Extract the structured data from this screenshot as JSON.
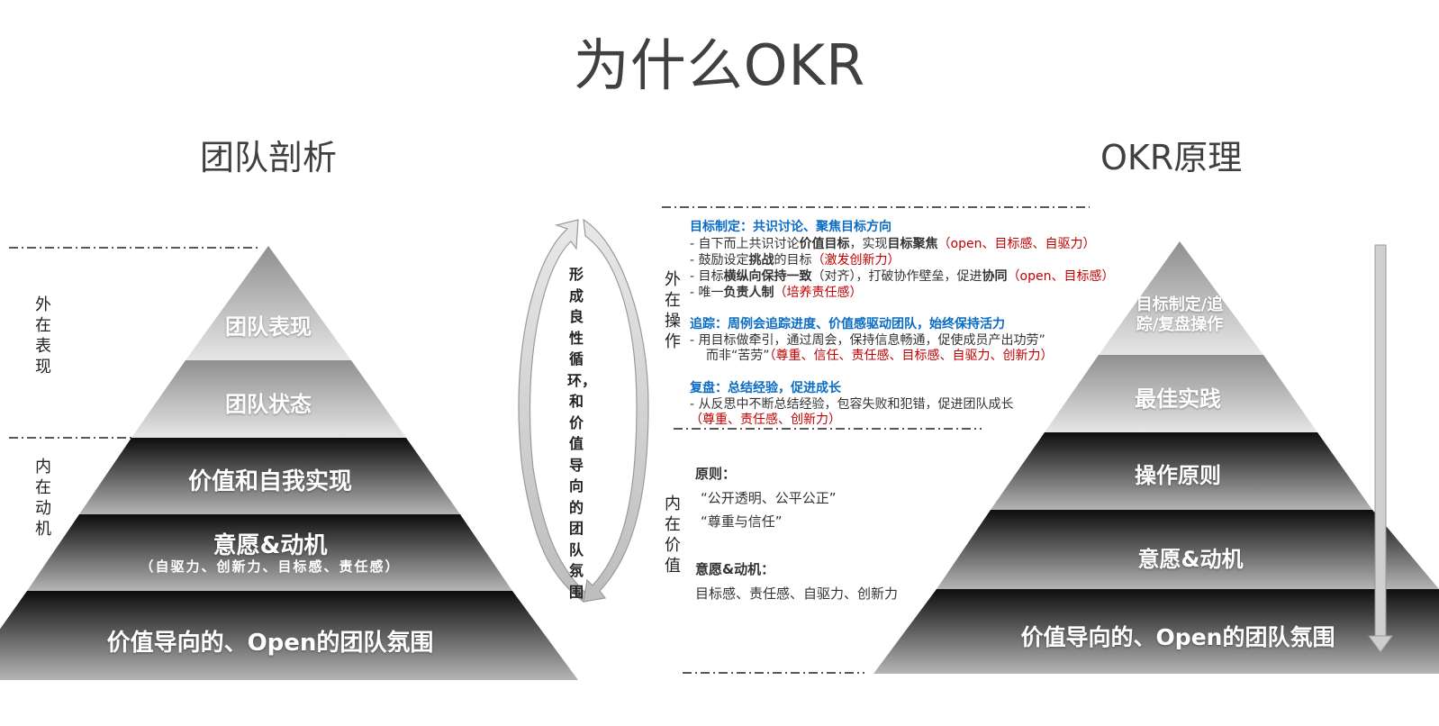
{
  "main_title": "为什么OKR",
  "left": {
    "title": "团队剖析",
    "side_labels": [
      "外在表现",
      "内在动机"
    ],
    "layers": [
      {
        "label": "团队表现",
        "sub": ""
      },
      {
        "label": "团队状态",
        "sub": ""
      },
      {
        "label": "价值和自我实现",
        "sub": ""
      },
      {
        "label": "意愿&动机",
        "sub": "（自驱力、创新力、目标感、责任感）"
      },
      {
        "label": "价值导向的、Open的团队氛围",
        "sub": ""
      }
    ]
  },
  "cycle_text": "形成良性循环，和价值导向的团队氛围",
  "right": {
    "title": "OKR原理",
    "side_labels": [
      "外在操作",
      "内在价值"
    ],
    "layers": [
      {
        "label": "目标制定/追踪/复盘操作"
      },
      {
        "label": "最佳实践"
      },
      {
        "label": "操作原则"
      },
      {
        "label": "意愿&动机"
      },
      {
        "label": "价值导向的、Open的团队氛围"
      }
    ]
  },
  "notes": {
    "goal": {
      "heading": "目标制定：共识讨论、聚焦目标方向",
      "l1a": "- 自下而上共识讨论",
      "l1b": "价值目标",
      "l1c": "，实现",
      "l1d": "目标聚焦",
      "l1e": "（open、目标感、自驱力）",
      "l2a": "- 鼓励设定",
      "l2b": "挑战",
      "l2c": "的目标",
      "l2d": "（激发创新力）",
      "l3a": "- 目标",
      "l3b": "横纵向保持一致",
      "l3c": "（对齐），打破协作壁垒，促进",
      "l3d": "协同",
      "l3e": "（open、目标感）",
      "l4a": "- 唯一",
      "l4b": "负责人制",
      "l4c": "（培养责任感）"
    },
    "track": {
      "heading": "追踪：周例会追踪进度、价值感驱动团队，始终保持活力",
      "l1": "- 用目标做牵引，通过周会，保持信息畅通，促使成员产出功劳”",
      "l2a": "而非“苦劳”",
      "l2b": "（尊重、信任、责任感、目标感、自驱力、创新力）"
    },
    "review": {
      "heading": "复盘：总结经验，促进成长",
      "l1": "- 从反思中不断总结经验，包容失败和犯错，促进团队成长",
      "l2": "（尊重、责任感、创新力）"
    },
    "principle_heading": "原则：",
    "principle_1": "“公开透明、公平公正”",
    "principle_2": "“尊重与信任”",
    "will_heading": "意愿&动机：",
    "will_text": "目标感、责任感、自驱力、创新力"
  },
  "colors": {
    "title": "#404040",
    "blue": "#0a6cc4",
    "red": "#c00000",
    "layer_light": "#b8b8b8",
    "layer_dark": "#111111"
  }
}
